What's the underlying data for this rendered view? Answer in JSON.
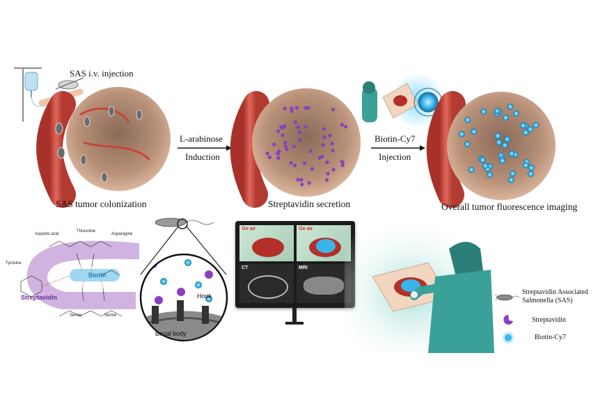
{
  "top": {
    "injection_label": "SAS i.v. injection",
    "arrow1": {
      "top": "L-arabinose",
      "bottom": "Induction"
    },
    "arrow2": {
      "top": "Biotin-Cy7",
      "bottom": "Injection"
    },
    "stages": [
      {
        "caption": "SAS tumor colonization"
      },
      {
        "caption": "Streptavidin secretion"
      },
      {
        "caption": "Overall tumor fluorescence imaging"
      }
    ]
  },
  "binding": {
    "residues": [
      "Aspartic acid",
      "Threonine",
      "Asparagine",
      "Tyrosine",
      "Serine",
      "Serine"
    ],
    "ligand": "Biotin",
    "protein": "Streptavidin"
  },
  "bacterium_zoom": {
    "hook": "Hook",
    "basal_body": "Basal body"
  },
  "monitor": {
    "badge_1": "On air",
    "badge_2": "On air",
    "scan_1": "CT",
    "scan_2": "MRI"
  },
  "legend": [
    {
      "icon": "bacterium-icon",
      "label": "Streptavidin Associated Salmonella (SAS)"
    },
    {
      "icon": "streptavidin-icon",
      "label": "Streptavidin"
    },
    {
      "icon": "biotin-cy7-icon",
      "label": "Biotin-Cy7"
    }
  ],
  "colors": {
    "vessel": "#c9453a",
    "tumor": "#b38a70",
    "streptavidin": "#8a3fc0",
    "biotin_cy7": "#38b6f0",
    "protein_band": "#c9a6dc",
    "biotin_band": "#9fd7f2",
    "scrubs": "#2b7f78"
  }
}
